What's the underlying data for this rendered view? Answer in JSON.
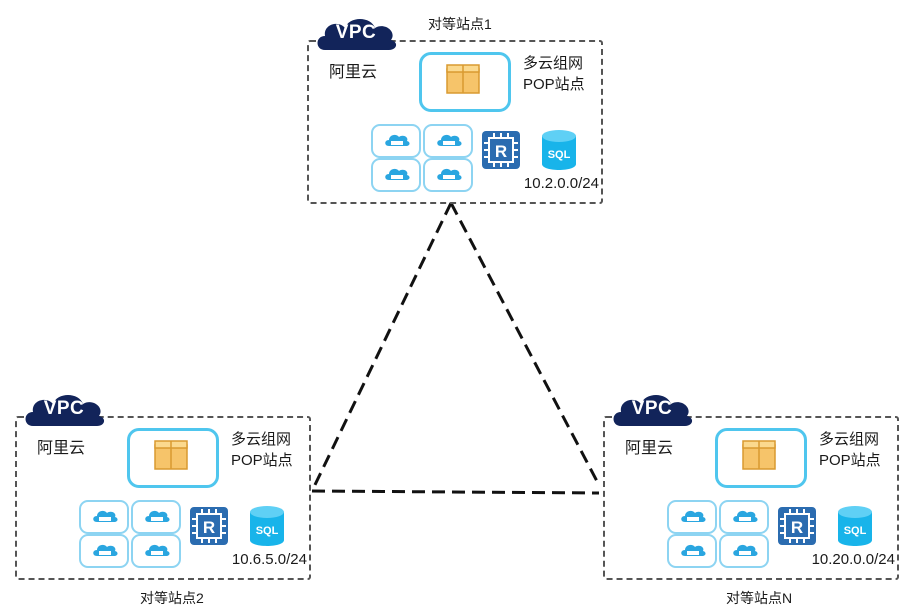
{
  "sites": [
    {
      "id": "site1",
      "title": "对等站点1",
      "vpc": "VPC",
      "cloud": "阿里云",
      "pop_line1": "多云组网",
      "pop_line2": "POP站点",
      "cidr": "10.2.0.0/24"
    },
    {
      "id": "site2",
      "title": "对等站点2",
      "vpc": "VPC",
      "cloud": "阿里云",
      "pop_line1": "多云组网",
      "pop_line2": "POP站点",
      "cidr": "10.6.5.0/24"
    },
    {
      "id": "siteN",
      "title": "对等站点N",
      "vpc": "VPC",
      "cloud": "阿里云",
      "pop_line1": "多云组网",
      "pop_line2": "POP站点",
      "cidr": "10.20.0.0/24"
    }
  ],
  "icons": {
    "router": "router-r-icon",
    "database": "sql-database-icon",
    "pop": "package-cube-icon",
    "instance": "cloud-instance-icon"
  },
  "colors": {
    "vpc_badge": "#12245a",
    "accent": "#4fc6ee",
    "router": "#2b6cb0",
    "sql": "#18b4ea"
  }
}
